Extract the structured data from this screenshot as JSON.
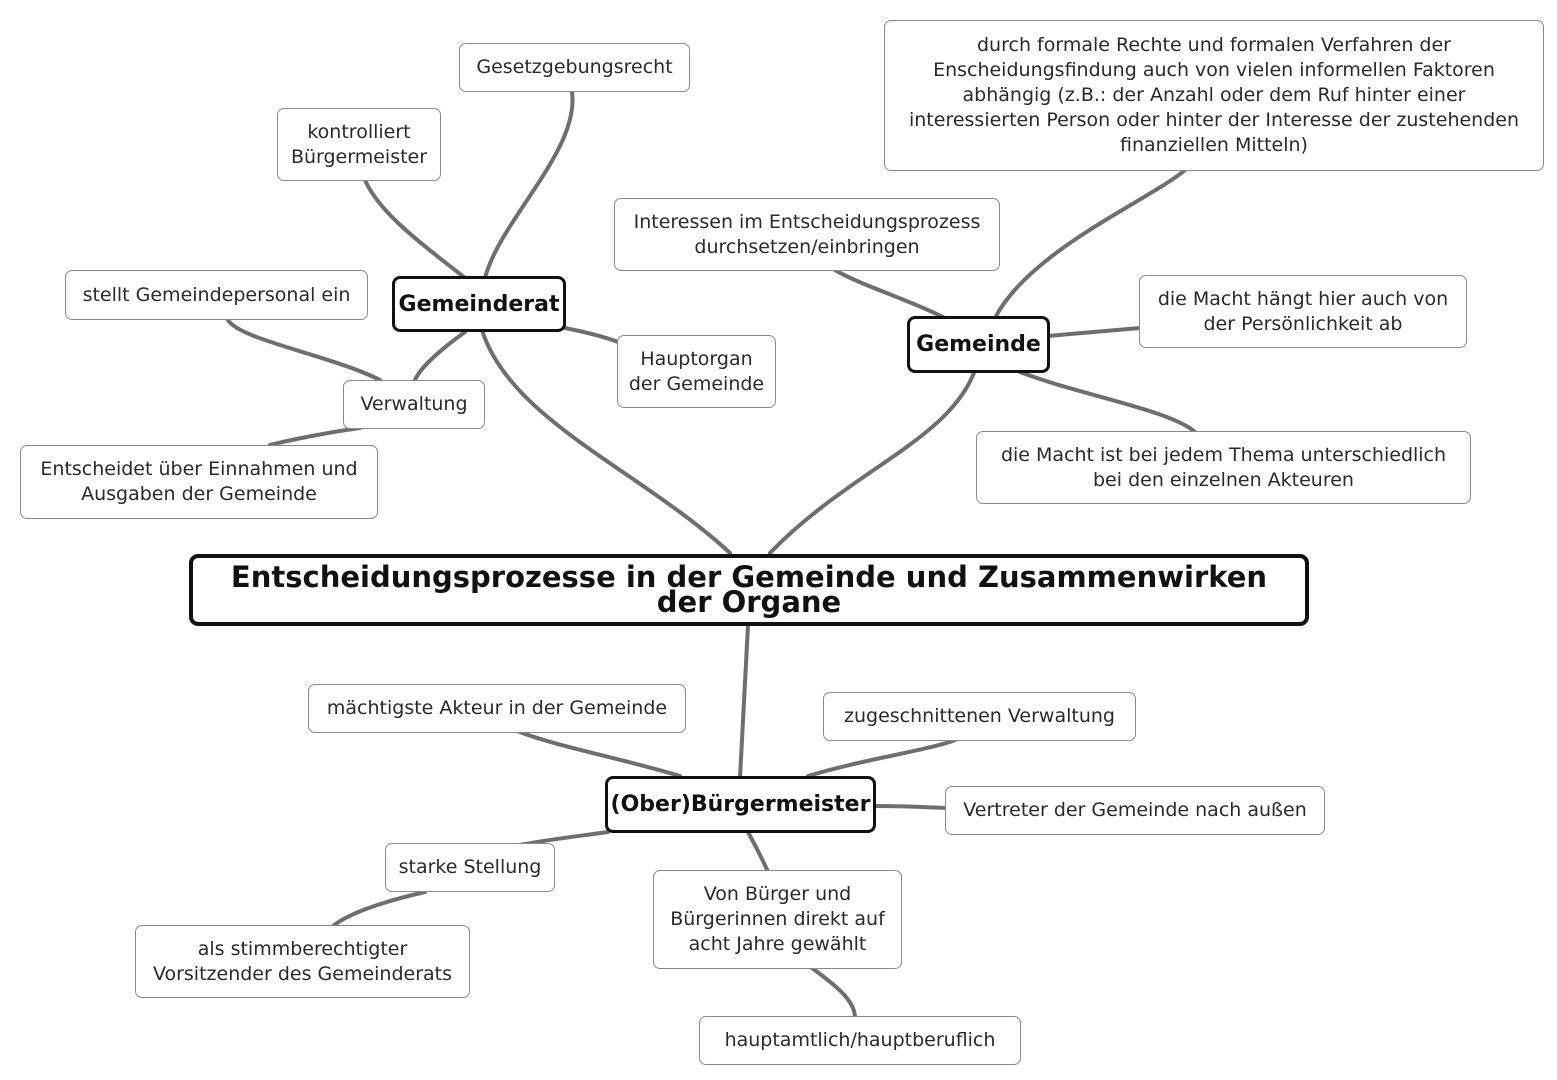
{
  "central": {
    "label": "Entscheidungsprozesse in der Gemeinde und Zusammenwirken der Organe"
  },
  "gemeinderat": {
    "label": "Gemeinderat",
    "gesetzgebung": "Gesetzgebungsrecht",
    "kontrolliert": "kontrolliert\nBürgermeister",
    "hauptorgan": "Hauptorgan\nder Gemeinde",
    "verwaltung": "Verwaltung",
    "personal": "stellt Gemeindepersonal ein",
    "einnahmen": "Entscheidet über Einnahmen und\nAusgaben der Gemeinde"
  },
  "gemeinde": {
    "label": "Gemeinde",
    "formale": "durch formale Rechte und formalen Verfahren der\nEnscheidungsfindung auch von vielen informellen Faktoren\nabhängig (z.B.: der Anzahl oder dem Ruf hinter einer\ninteressierten Person oder hinter der Interesse der zustehenden\nfinanziellen Mitteln)",
    "interessen": "Interessen im Entscheidungsprozess\ndurchsetzen/einbringen",
    "persoenlichkeit": "die Macht hängt hier auch von\nder Persönlichkeit ab",
    "thema": "die Macht ist bei jedem Thema unterschiedlich\nbei den einzelnen Akteuren"
  },
  "buergermeister": {
    "label": "(Ober)Bürgermeister",
    "maechtigste": "mächtigste Akteur in der Gemeinde",
    "zugeschnitten": "zugeschnittenen Verwaltung",
    "vertreter": "Vertreter der Gemeinde nach außen",
    "stellung": "starke Stellung",
    "vorsitzender": "als stimmberechtigter\nVorsitzender des Gemeinderats",
    "gewaehlt": "Von Bürger und\nBürgerinnen direkt auf\nacht Jahre gewählt",
    "hauptamtlich": "hauptamtlich/hauptberuflich"
  },
  "colors": {
    "link": "#6e6e6e",
    "branch_border": "#111111",
    "leaf_border": "#8a8a8a"
  }
}
